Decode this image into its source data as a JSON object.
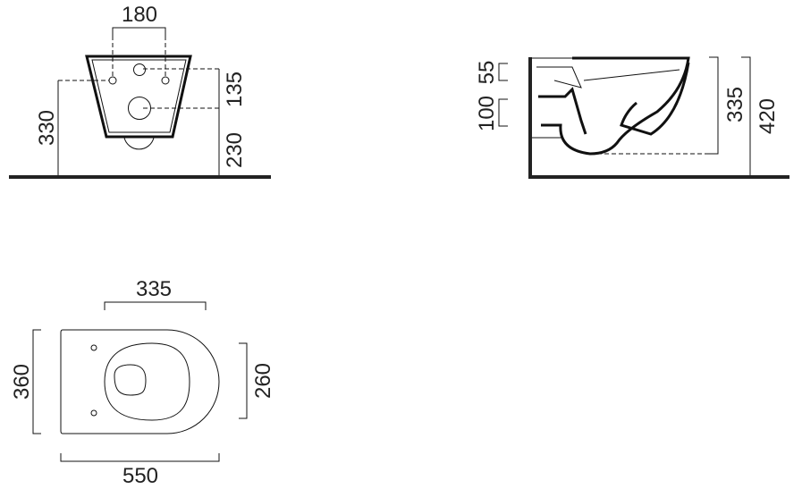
{
  "front_view": {
    "dim_pipe_spacing": "180",
    "dim_total_height": "330",
    "dim_inlet_offset": "135",
    "dim_outlet_height": "230"
  },
  "side_view": {
    "dim_inlet": "55",
    "dim_outlet": "100",
    "dim_bowl_height": "335",
    "dim_total_height": "420"
  },
  "top_view": {
    "dim_seat_width": "335",
    "dim_width": "360",
    "dim_inner_width": "260",
    "dim_length": "550"
  }
}
